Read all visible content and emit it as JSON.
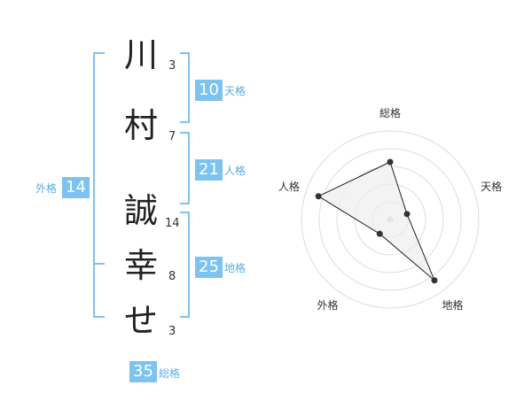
{
  "name": {
    "chars": [
      {
        "char": "川",
        "strokes": "3"
      },
      {
        "char": "村",
        "strokes": "7"
      },
      {
        "char": "誠",
        "strokes": "14"
      },
      {
        "char": "幸",
        "strokes": "8"
      },
      {
        "char": "せ",
        "strokes": "3"
      }
    ]
  },
  "fortunes": {
    "ten": {
      "value": "10",
      "label": "天格"
    },
    "jin": {
      "value": "21",
      "label": "人格"
    },
    "chi": {
      "value": "25",
      "label": "地格"
    },
    "gai": {
      "value": "14",
      "label": "外格"
    },
    "sou": {
      "value": "35",
      "label": "総格"
    }
  },
  "colors": {
    "accent": "#7ec3f0",
    "bracket": "#7ec3f0",
    "radar_fill": "#eeeeee",
    "radar_line": "#222222"
  },
  "chart_data": {
    "type": "radar",
    "axes": [
      "総格",
      "天格",
      "地格",
      "外格",
      "人格"
    ],
    "values": [
      0.65,
      0.2,
      0.85,
      0.2,
      0.85
    ],
    "max": 1,
    "rings": 5
  }
}
